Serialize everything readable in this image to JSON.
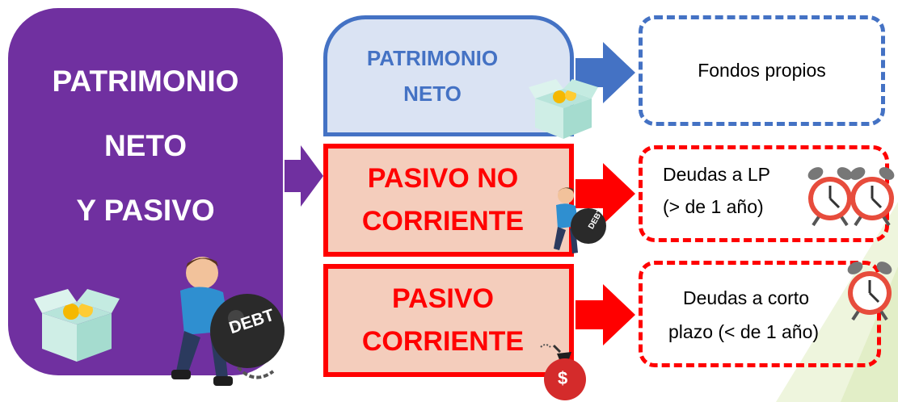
{
  "left_panel": {
    "lines": [
      "PATRIMONIO",
      "NETO",
      "Y PASIVO"
    ],
    "color": "#7030a0"
  },
  "categories": {
    "patrimonio_neto": {
      "line1": "PATRIMONIO",
      "line2": "NETO"
    },
    "pasivo_no_corriente": {
      "line1": "PASIVO NO",
      "line2": "CORRIENTE"
    },
    "pasivo_corriente": {
      "line1": "PASIVO",
      "line2": "CORRIENTE"
    }
  },
  "results": {
    "fondos_propios": "Fondos propios",
    "deudas_lp": {
      "line1": "Deudas a LP",
      "line2": "(> de 1 año)"
    },
    "deudas_cp": {
      "line1": "Deudas a corto",
      "line2": "plazo (< de 1 año)"
    }
  },
  "icons": {
    "debt_label": "DEBT",
    "money_bag_symbol": "$"
  },
  "colors": {
    "purple": "#7030a0",
    "blue": "#4472c4",
    "blue_fill": "#dae3f3",
    "red": "#ff0000",
    "salmon_fill": "#f4cdbc"
  }
}
